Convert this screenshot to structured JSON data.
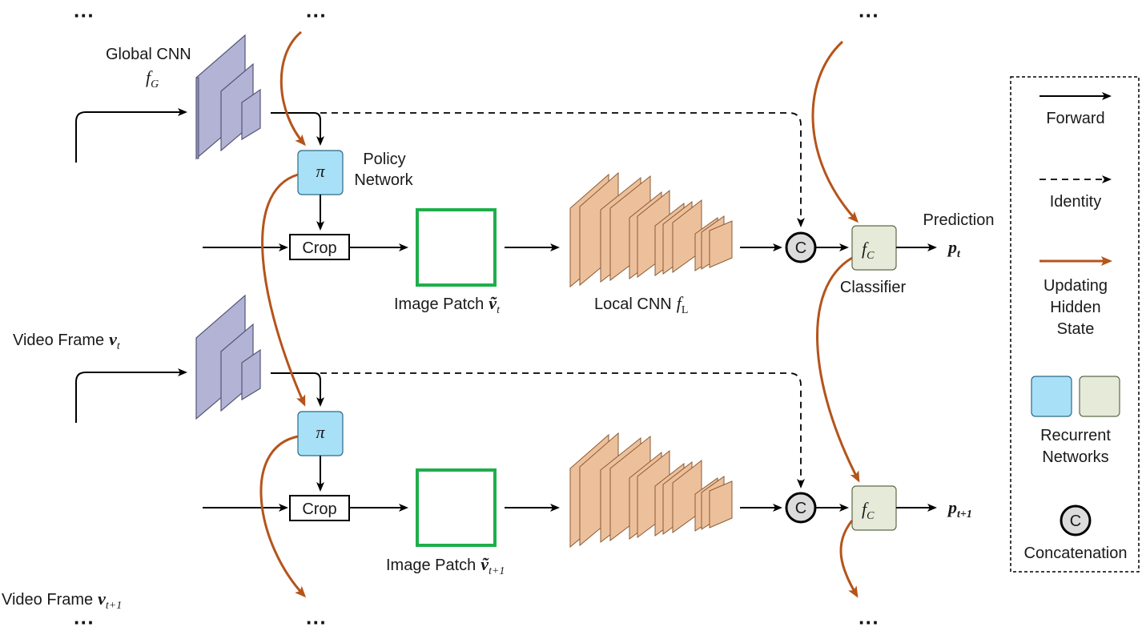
{
  "labels": {
    "global_cnn": "Global CNN",
    "f_g_sym": "f",
    "f_g_sub": "G",
    "pi": "π",
    "policy_1": "Policy",
    "policy_2": "Network",
    "crop": "Crop",
    "image_patch": "Image Patch",
    "v_tilde_t": "ṽ",
    "t_sub": "t",
    "image_patch_2": "Image Patch",
    "t1_sub": "t+1",
    "local_cnn": "Local CNN",
    "f_l_sym": "f",
    "f_l_sub": "L",
    "concat_c": "C",
    "f_c_sym": "f",
    "f_c_sub": "C",
    "prediction": "Prediction",
    "p_sym": "p",
    "classifier": "Classifier",
    "video_frame": "Video Frame",
    "v_sym": "v",
    "ellipsis": "···"
  },
  "legend": {
    "forward": "Forward",
    "identity": "Identity",
    "updating_1": "Updating",
    "updating_2": "Hidden",
    "updating_3": "State",
    "recurrent_1": "Recurrent",
    "recurrent_2": "Networks",
    "concat_c": "C",
    "concatenation": "Concatenation"
  },
  "colors": {
    "policy_fill": "#a8e1f7",
    "classifier_fill": "#e6ead9",
    "update_arrow": "#b5541b",
    "patch_border": "#1fae4b",
    "global_cnn_fill": "#b3b3d6",
    "local_cnn_fill": "#edc09c"
  }
}
